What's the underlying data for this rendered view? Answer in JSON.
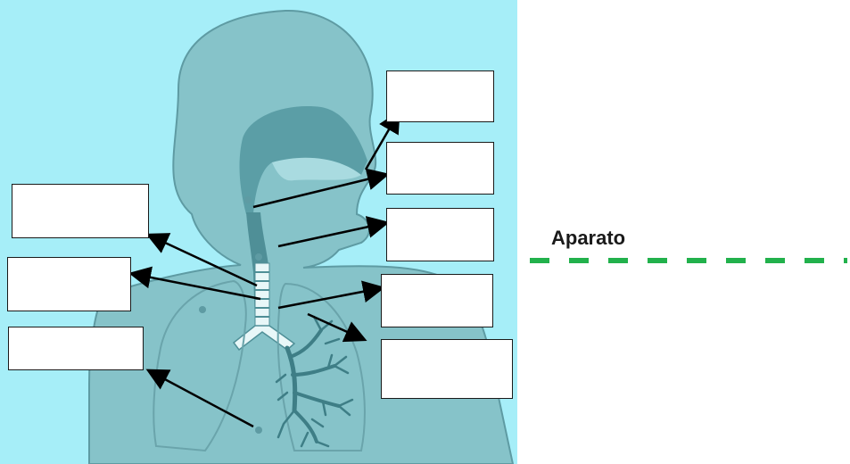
{
  "title_word": "Aparato",
  "colors": {
    "background": "#a6eef8",
    "body_fill": "#86c3c9",
    "body_stroke": "#5e9ba3",
    "airway_fill": "#5b9ea6",
    "airway_dark": "#4f8f97",
    "lung_line": "#6aa4ab",
    "bronchi": "#3e7e86",
    "arrow": "#000000",
    "dash_line": "#22b14c"
  },
  "label_boxes": [
    {
      "id": "box-1",
      "text": ""
    },
    {
      "id": "box-2",
      "text": ""
    },
    {
      "id": "box-3",
      "text": ""
    },
    {
      "id": "box-4",
      "text": ""
    },
    {
      "id": "box-5",
      "text": ""
    },
    {
      "id": "box-6",
      "text": ""
    },
    {
      "id": "box-7",
      "text": ""
    },
    {
      "id": "box-8",
      "text": ""
    },
    {
      "id": "box-9",
      "text": ""
    }
  ]
}
